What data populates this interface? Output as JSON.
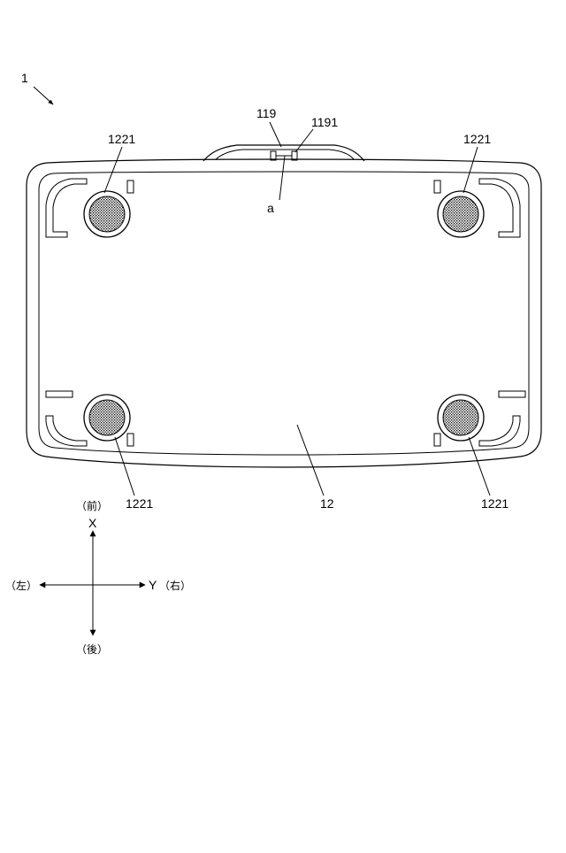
{
  "figure": {
    "ref_device": "1",
    "ref_handle": "119",
    "ref_handle_part": "1191",
    "ref_point": "a",
    "ref_bottom": "12",
    "ref_foot": "1221"
  },
  "axes": {
    "x_label": "X",
    "y_label": "Y",
    "front": "（前）",
    "back": "（後）",
    "left": "（左）",
    "right": "（右）"
  },
  "colors": {
    "line": "#000000",
    "background": "#ffffff"
  }
}
